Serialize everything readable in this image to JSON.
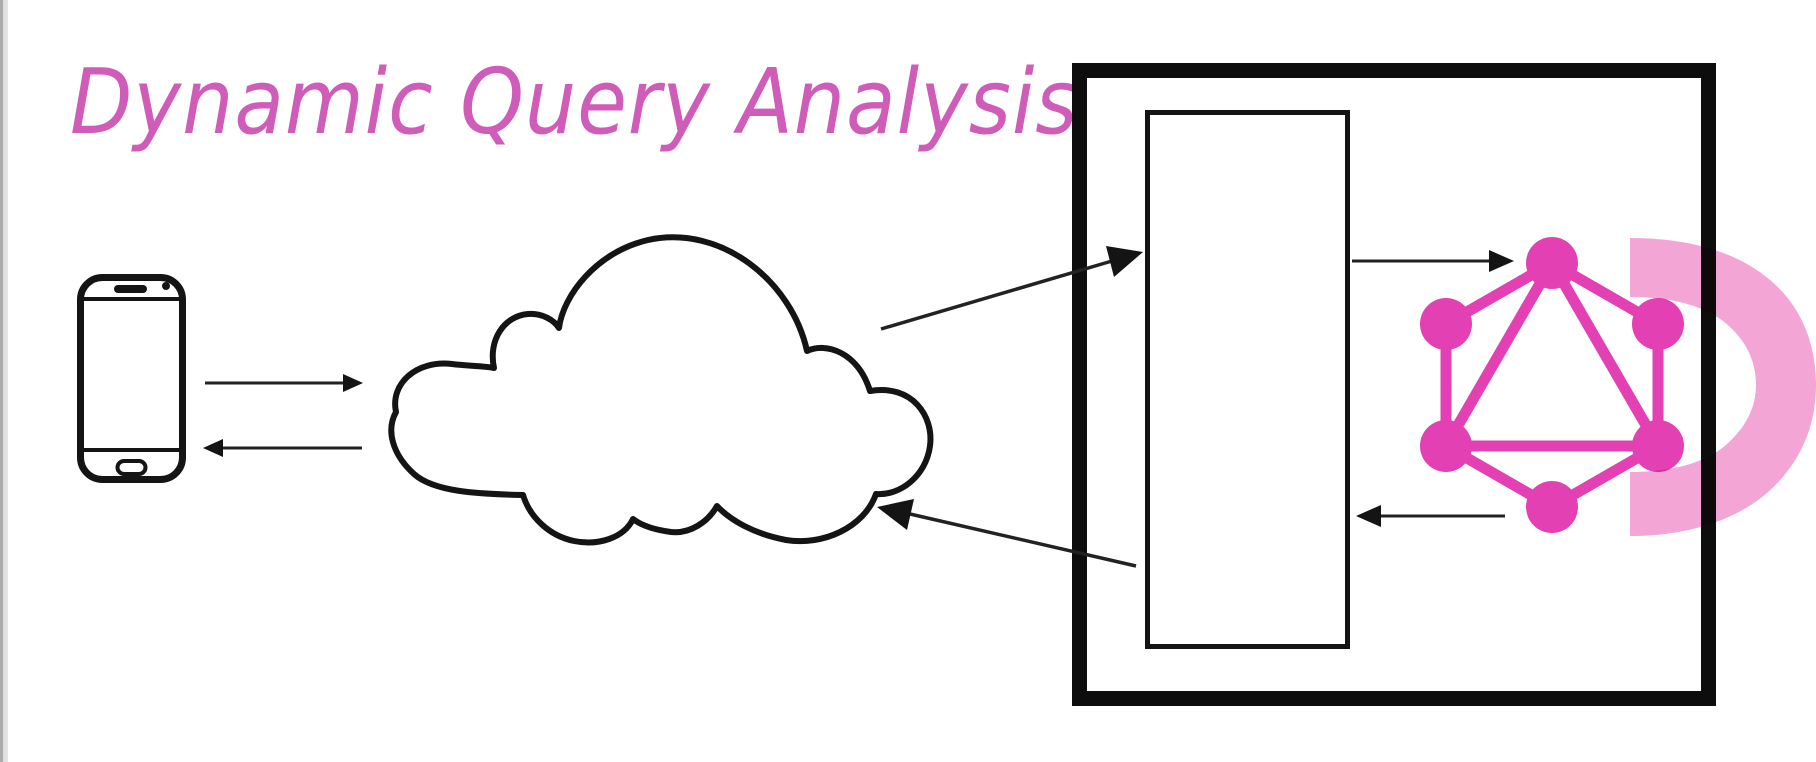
{
  "title": {
    "text": "Dynamic Query Analysis"
  },
  "colors": {
    "title_pink": "#cf5cb8",
    "graphql_pink": "#e240b3",
    "overlay_pink": "#f3a6d5",
    "ink": "#141414",
    "arrow_ink": "#222222",
    "edge_strip_outer": "#ababab",
    "edge_strip_inner": "#dedede",
    "background": "#ffffff"
  },
  "diagram": {
    "icons": [
      {
        "name": "smartphone-icon"
      },
      {
        "name": "cloud-icon"
      },
      {
        "name": "server-box"
      },
      {
        "name": "query-panel"
      },
      {
        "name": "graphql-logo-icon"
      },
      {
        "name": "pink-d-overlay"
      }
    ],
    "arrows": [
      {
        "from": "smartphone",
        "to": "cloud",
        "direction": "right"
      },
      {
        "from": "cloud",
        "to": "smartphone",
        "direction": "left"
      },
      {
        "from": "cloud",
        "to": "query-panel",
        "direction": "up-right"
      },
      {
        "from": "query-panel",
        "to": "cloud",
        "direction": "down-left"
      },
      {
        "from": "query-panel",
        "to": "graphql-logo",
        "direction": "right"
      },
      {
        "from": "graphql-logo",
        "to": "query-panel",
        "direction": "left"
      }
    ]
  }
}
